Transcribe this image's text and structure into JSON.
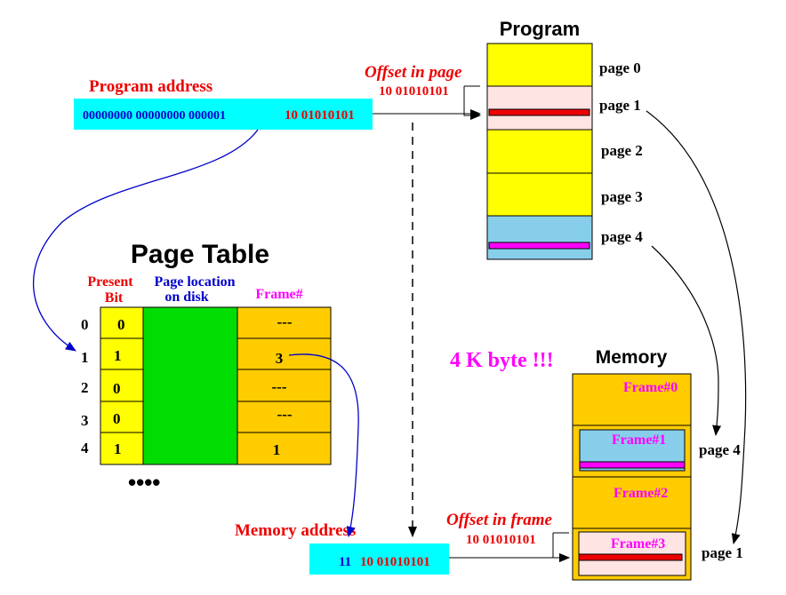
{
  "colors": {
    "cyan": "#00ffff",
    "yellow": "#ffff00",
    "pink": "#ffe4e4",
    "lightblue": "#87ceeb",
    "green": "#00dd00",
    "gold": "#ffcc00",
    "red": "#ee0000",
    "blue": "#0000cc",
    "magenta": "#ff00ff"
  },
  "program": {
    "title": "Program",
    "pages": [
      "page 0",
      "page 1",
      "page 2",
      "page 3",
      "page 4"
    ]
  },
  "program_address": {
    "label": "Program address",
    "high_bits": "00000000 00000000 000001",
    "low_bits": "10 01010101"
  },
  "offset_in_page": {
    "label": "Offset in page",
    "value": "10 01010101"
  },
  "page_table": {
    "title": "Page Table",
    "col_present": [
      "Present",
      "Bit"
    ],
    "col_location": [
      "Page location",
      "on disk"
    ],
    "col_frame": "Frame#",
    "rows": [
      {
        "index": "0",
        "present": "0",
        "frame": "---"
      },
      {
        "index": "1",
        "present": "1",
        "frame": "3"
      },
      {
        "index": "2",
        "present": "0",
        "frame": "---"
      },
      {
        "index": "3",
        "present": "0",
        "frame": "---"
      },
      {
        "index": "4",
        "present": "1",
        "frame": "1"
      }
    ],
    "ellipsis": "••••"
  },
  "memory": {
    "title": "Memory",
    "size_note": "4 K byte !!!",
    "frames": [
      "Frame#0",
      "Frame#1",
      "Frame#2",
      "Frame#3"
    ],
    "side_labels": {
      "frame1": "page 4",
      "frame3": "page 1"
    }
  },
  "memory_address": {
    "label": "Memory address",
    "high_bits": "11",
    "low_bits": "10 01010101"
  },
  "offset_in_frame": {
    "label": "Offset in frame",
    "value": "10 01010101"
  }
}
